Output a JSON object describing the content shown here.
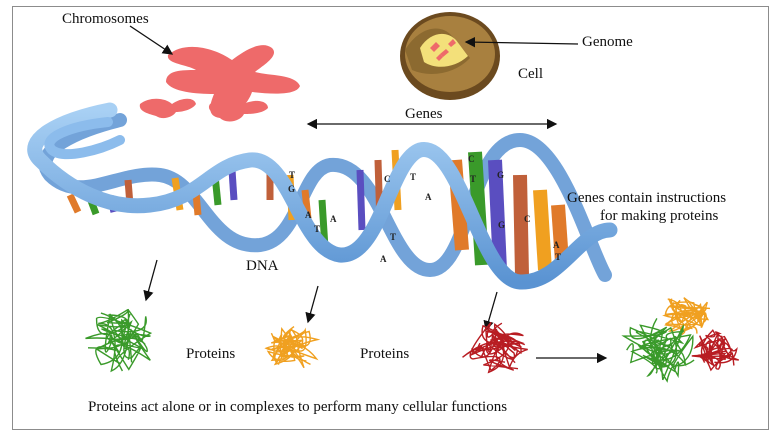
{
  "labels": {
    "chromosomes": "Chromosomes",
    "genome": "Genome",
    "cell": "Cell",
    "genes": "Genes",
    "genes_instructions_line1": "Genes contain instructions",
    "genes_instructions_line2": "for making proteins",
    "dna": "DNA",
    "proteins_1": "Proteins",
    "proteins_2": "Proteins",
    "caption": "Proteins act alone or in complexes to perform many cellular functions"
  },
  "bases": [
    "G",
    "T",
    "A",
    "T",
    "A",
    "C",
    "T",
    "A",
    "T",
    "A",
    "C",
    "T",
    "G",
    "G",
    "C",
    "A",
    "T"
  ],
  "colors": {
    "chromosome": "#ee6a6a",
    "dna_backbone": "#7ab2e6",
    "dna_backbone_dark": "#4d86c8",
    "protein_green": "#3a9a2a",
    "protein_orange": "#f0a020",
    "protein_red": "#b81c22",
    "cell_outer": "#7a5a2a",
    "cell_inner": "#f3e07a"
  }
}
